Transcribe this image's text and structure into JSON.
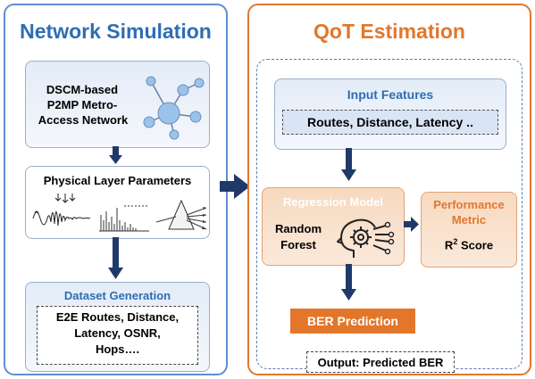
{
  "left_panel": {
    "title": "Network Simulation",
    "network_box_line1": "DSCM-based",
    "network_box_line2": "P2MP Metro-",
    "network_box_line3": "Access Network",
    "physical_title": "Physical Layer Parameters",
    "dataset_title": "Dataset Generation",
    "dataset_line1": "E2E Routes, Distance,",
    "dataset_line2": "Latency, OSNR,",
    "dataset_line3": "Hops…."
  },
  "right_panel": {
    "title": "QoT Estimation",
    "input_title": "Input Features",
    "input_features": "Routes, Distance, Latency ..",
    "regression_title": "Regression Model",
    "regression_line1": "Random",
    "regression_line2": "Forest",
    "performance_line1": "Performance",
    "performance_line2": "Metric",
    "score_label": "R",
    "score_sup": "2",
    "score_rest": " Score",
    "ber_prediction": "BER Prediction",
    "output": "Output: Predicted BER"
  },
  "colors": {
    "blue": "#3a6fb7",
    "orange": "#e2772b",
    "arrow": "#1f3a68",
    "title_blue": "#2e6db4"
  },
  "icons": [
    "network-graph-icon",
    "waveform-icon",
    "spectrum-icon",
    "prism-icon",
    "ai-chip-head-icon"
  ]
}
